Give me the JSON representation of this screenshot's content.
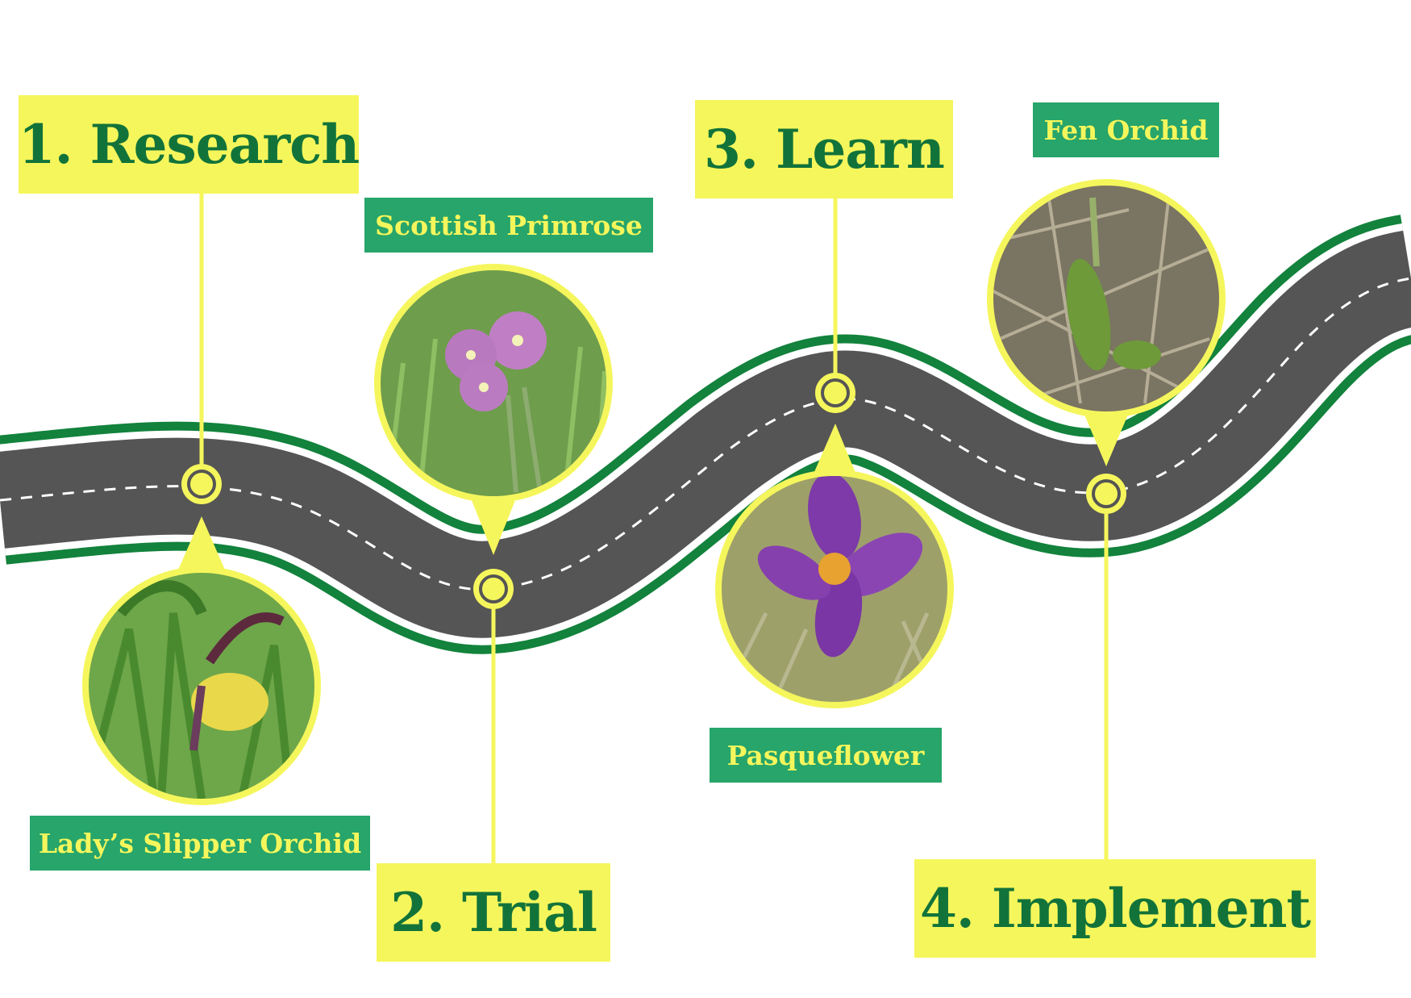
{
  "stages": [
    {
      "label": "1. Research"
    },
    {
      "label": "2. Trial"
    },
    {
      "label": "3. Learn"
    },
    {
      "label": "4. Implement"
    }
  ],
  "plants": [
    {
      "name": "Lady’s Slipper Orchid",
      "icon": "lady-slipper-orchid-photo"
    },
    {
      "name": "Scottish Primrose",
      "icon": "scottish-primrose-photo"
    },
    {
      "name": "Pasqueflower",
      "icon": "pasqueflower-photo"
    },
    {
      "name": "Fen Orchid",
      "icon": "fen-orchid-photo"
    }
  ],
  "colors": {
    "road": "#555555",
    "road_edge": "#12823c",
    "road_lines": "#ffffff",
    "highlight": "#f5f65c",
    "label_green": "#27a56a",
    "title_green": "#12733a"
  }
}
